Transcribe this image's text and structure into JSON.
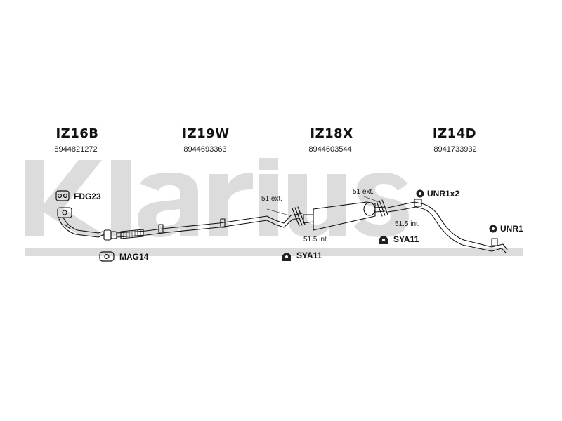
{
  "watermark": {
    "text": "Klarius",
    "color": "#dcdcdc"
  },
  "sections": [
    {
      "code": "IZ16B",
      "part_number": "8944821272"
    },
    {
      "code": "IZ19W",
      "part_number": "8944693363"
    },
    {
      "code": "IZ18X",
      "part_number": "8944603544"
    },
    {
      "code": "IZ14D",
      "part_number": "8941733932"
    }
  ],
  "fittings": {
    "fdg": "FDG23",
    "mag": "MAG14",
    "sya_center": "SYA11",
    "sya_right": "SYA11",
    "unr_x2": "UNR1x2",
    "unr": "UNR1"
  },
  "pipe_notes": {
    "ext_left": "51 ext.",
    "int_left": "51.5 int.",
    "ext_right": "51 ext.",
    "int_right": "51.5 int."
  }
}
